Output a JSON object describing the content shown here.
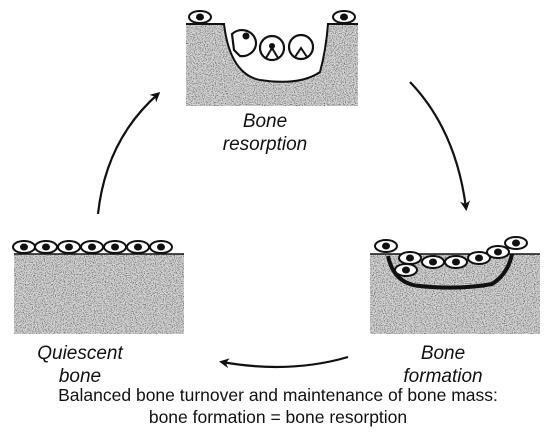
{
  "diagram": {
    "stages": {
      "resorption": {
        "line1": "Bone",
        "line2": "resorption"
      },
      "quiescent": {
        "line1": "Quiescent",
        "line2": "bone"
      },
      "formation": {
        "line1": "Bone",
        "line2": "formation"
      }
    },
    "caption": {
      "line1": "Balanced bone turnover and maintenance of bone mass:",
      "line2": "bone formation = bone resorption"
    }
  }
}
